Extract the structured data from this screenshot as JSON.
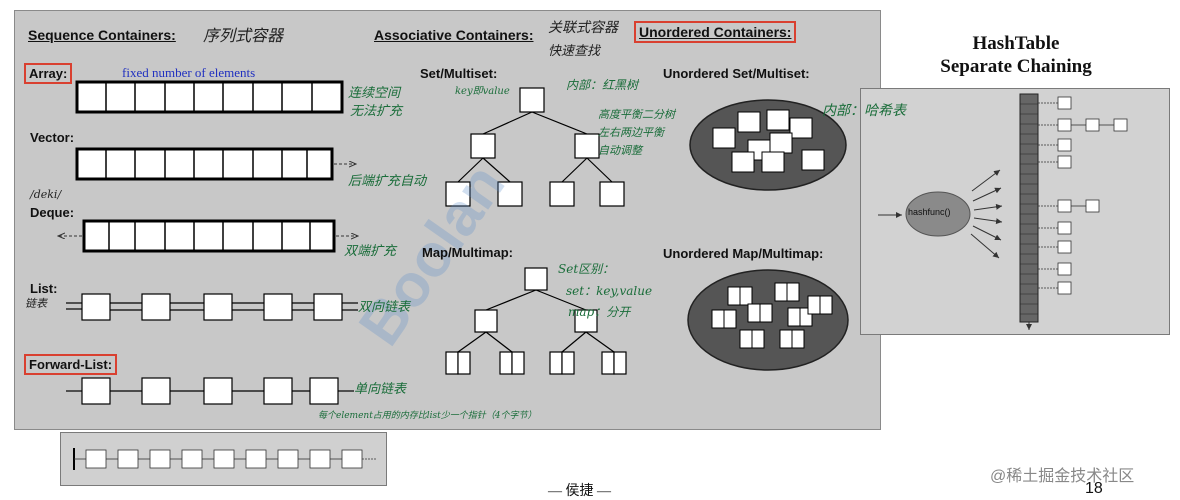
{
  "headers": {
    "sequence": "Sequence Containers:",
    "associative": "Associative Containers:",
    "unordered": "Unordered Containers:"
  },
  "labels": {
    "array": "Array:",
    "vector": "Vector:",
    "deque": "Deque:",
    "list": "List:",
    "forward_list": "Forward-List:",
    "set": "Set/Multiset:",
    "map": "Map/Multimap:",
    "unordered_set": "Unordered Set/Multiset:",
    "unordered_map": "Unordered Map/Multimap:"
  },
  "array_caption": "fixed number of elements",
  "notes": {
    "sequence": "序列式容器",
    "associative_1": "关联式容器",
    "associative_2": "快速查找",
    "array_1": "连续空间",
    "array_2": "无法扩充",
    "vector": "后端扩充自动",
    "deque_phonetic": "/deki/",
    "deque": "双端扩充",
    "list_side": "链表",
    "list": "双向链表",
    "forward_list": "单向链表",
    "forward_list_bottom": "每个element占用的内存比list少一个指针（4个字节）",
    "set_left": "key即value",
    "set_1": "内部：红黑树",
    "set_2": "高度平衡二分树",
    "set_3": "左右两边平衡",
    "set_4": "自动调整",
    "map_1": "Set区别：",
    "map_2": "set：key,value",
    "map_3": "map：分开",
    "unordered": "内部：哈希表"
  },
  "hash_title_1": "HashTable",
  "hash_title_2": "Separate Chaining",
  "hash_func": "hashfunc()",
  "watermark": "Boolan",
  "footer": "— 侯捷 —",
  "page_number": "18",
  "credit": "@稀土掘金技术社区",
  "colors": {
    "panel": "#c8c8c8",
    "red_highlight": "#d94030",
    "handwriting": "#1a6d3a",
    "caption_blue": "#2030c0",
    "ellipse": "#555555"
  }
}
